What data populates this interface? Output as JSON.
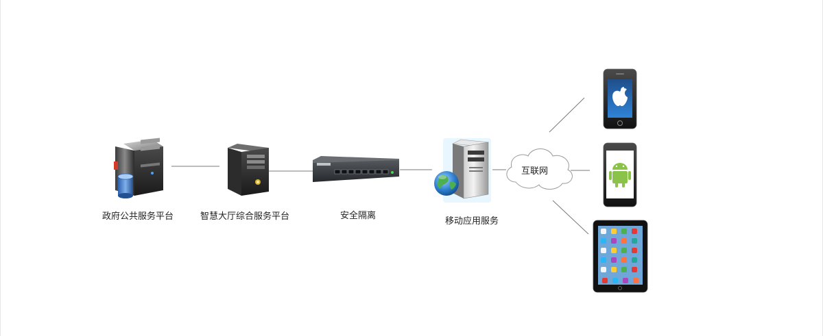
{
  "nodes": {
    "gov_platform": {
      "label": "政府公共服务平台"
    },
    "hall_platform": {
      "label": "智慧大厅综合服务平台"
    },
    "security": {
      "label": "安全隔离"
    },
    "mobile_service": {
      "label": "移动应用服务"
    },
    "internet": {
      "label": "互联网"
    }
  },
  "devices": {
    "iphone": {
      "icon": "apple-icon"
    },
    "android": {
      "icon": "android-icon"
    },
    "ipad": {
      "icon": "ipad-icon"
    }
  },
  "colors": {
    "line": "#7a7a7a",
    "android_green": "#8bc34a",
    "iphone_blue": "#1e6fc4",
    "ipad_screen": "#6fa8d8"
  }
}
